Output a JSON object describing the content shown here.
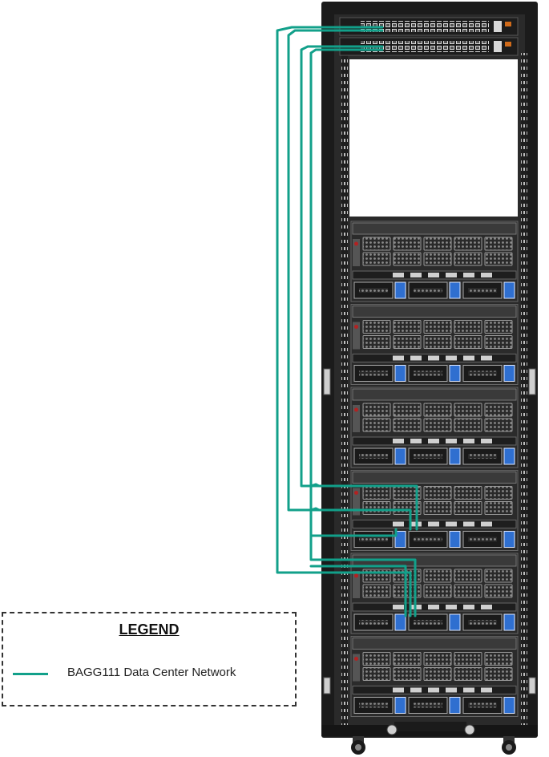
{
  "legend": {
    "title": "LEGEND",
    "items": [
      {
        "label": "BAGG111 Data Center Network",
        "color": "#12a08a"
      }
    ]
  },
  "colors": {
    "cable": "#12a08a",
    "rack": "#1b1b1b",
    "server": "#2b2b2b",
    "drive_accent": "#2f6fd0",
    "status_red": "#b22222"
  },
  "rack": {
    "switches": 2,
    "servers": 6
  }
}
